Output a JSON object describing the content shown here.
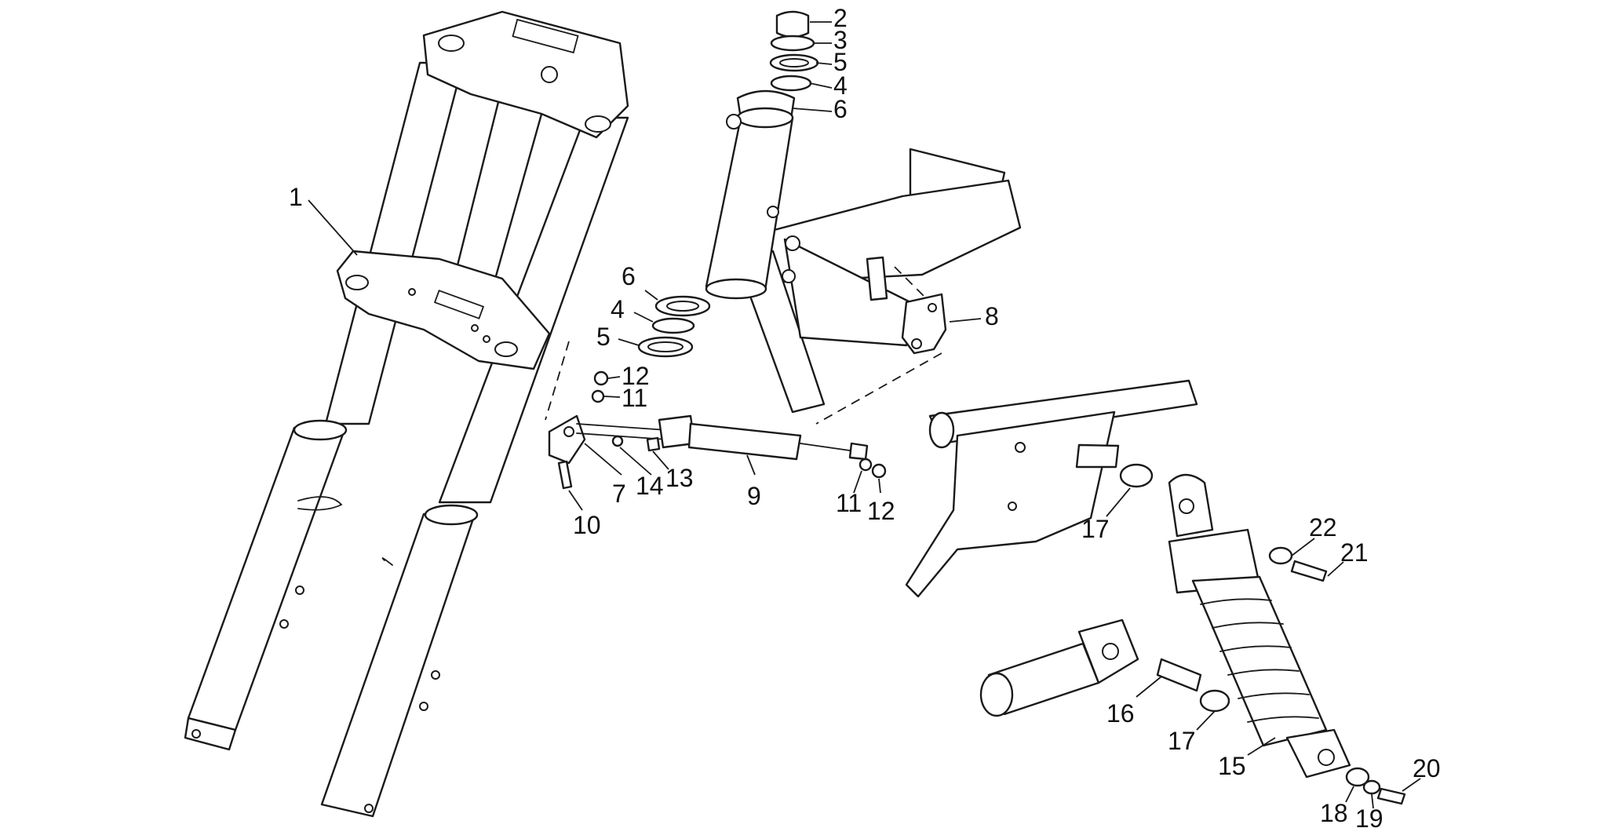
{
  "callouts": [
    {
      "id": "c1",
      "label": "1"
    },
    {
      "id": "c2",
      "label": "2"
    },
    {
      "id": "c3",
      "label": "3"
    },
    {
      "id": "c5a",
      "label": "5"
    },
    {
      "id": "c4a",
      "label": "4"
    },
    {
      "id": "c6a",
      "label": "6"
    },
    {
      "id": "c6b",
      "label": "6"
    },
    {
      "id": "c4b",
      "label": "4"
    },
    {
      "id": "c5b",
      "label": "5"
    },
    {
      "id": "c8",
      "label": "8"
    },
    {
      "id": "c12a",
      "label": "12"
    },
    {
      "id": "c11a",
      "label": "11"
    },
    {
      "id": "c7",
      "label": "7"
    },
    {
      "id": "c14",
      "label": "14"
    },
    {
      "id": "c13",
      "label": "13"
    },
    {
      "id": "c9",
      "label": "9"
    },
    {
      "id": "c11b",
      "label": "11"
    },
    {
      "id": "c12b",
      "label": "12"
    },
    {
      "id": "c10",
      "label": "10"
    },
    {
      "id": "c17a",
      "label": "17"
    },
    {
      "id": "c22",
      "label": "22"
    },
    {
      "id": "c21",
      "label": "21"
    },
    {
      "id": "c16",
      "label": "16"
    },
    {
      "id": "c17b",
      "label": "17"
    },
    {
      "id": "c15",
      "label": "15"
    },
    {
      "id": "c20",
      "label": "20"
    },
    {
      "id": "c18",
      "label": "18"
    },
    {
      "id": "c19",
      "label": "19"
    }
  ]
}
